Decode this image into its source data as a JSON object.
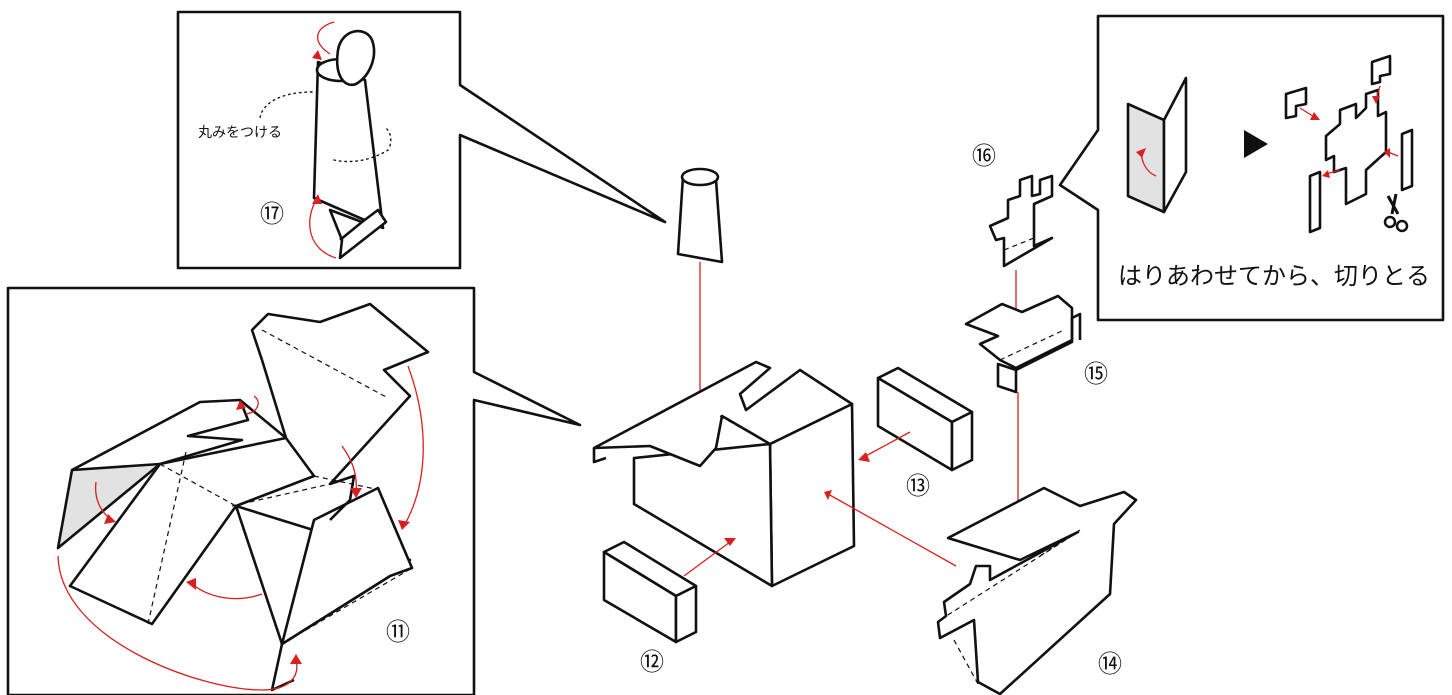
{
  "labels": {
    "part_11": "⑪",
    "part_12": "⑫",
    "part_13": "⑬",
    "part_14": "⑭",
    "part_15": "⑮",
    "part_16": "⑯",
    "part_17": "⑰"
  },
  "notes": {
    "round_shape": "丸みをつける",
    "glue_then_cut": "はりあわせてから、切りとる"
  },
  "colors": {
    "outline": "#111111",
    "arrow": "#d8201f",
    "shade": "#e2e2e2"
  },
  "icons": [
    "scissors-icon",
    "play-triangle-icon"
  ]
}
